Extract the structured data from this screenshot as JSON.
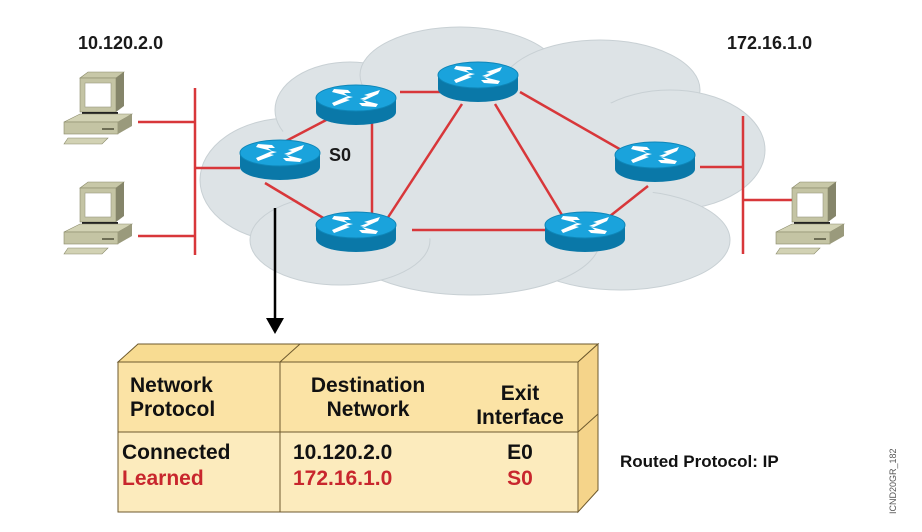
{
  "networks": {
    "left": "10.120.2.0",
    "right": "172.16.1.0"
  },
  "interface_label": "S0",
  "routing_table": {
    "headers": {
      "protocol": [
        "Network",
        "Protocol"
      ],
      "destination": [
        "Destination",
        "Network"
      ],
      "exit": [
        "Exit",
        "Interface"
      ]
    },
    "rows": [
      {
        "protocol": "Connected",
        "destination": "10.120.2.0",
        "exit": "E0",
        "highlight": false
      },
      {
        "protocol": "Learned",
        "destination": "172.16.1.0",
        "exit": "S0",
        "highlight": true
      }
    ]
  },
  "routed_protocol": "Routed Protocol: IP",
  "figure_id": "ICND20GR_182",
  "colors": {
    "link": "#d8373a",
    "cloud": "#dde3e6",
    "router_top": "#1aa3dc",
    "router_side": "#0a78a8",
    "table_fill": "#fbe3a5",
    "learned_text": "#c8262d"
  }
}
